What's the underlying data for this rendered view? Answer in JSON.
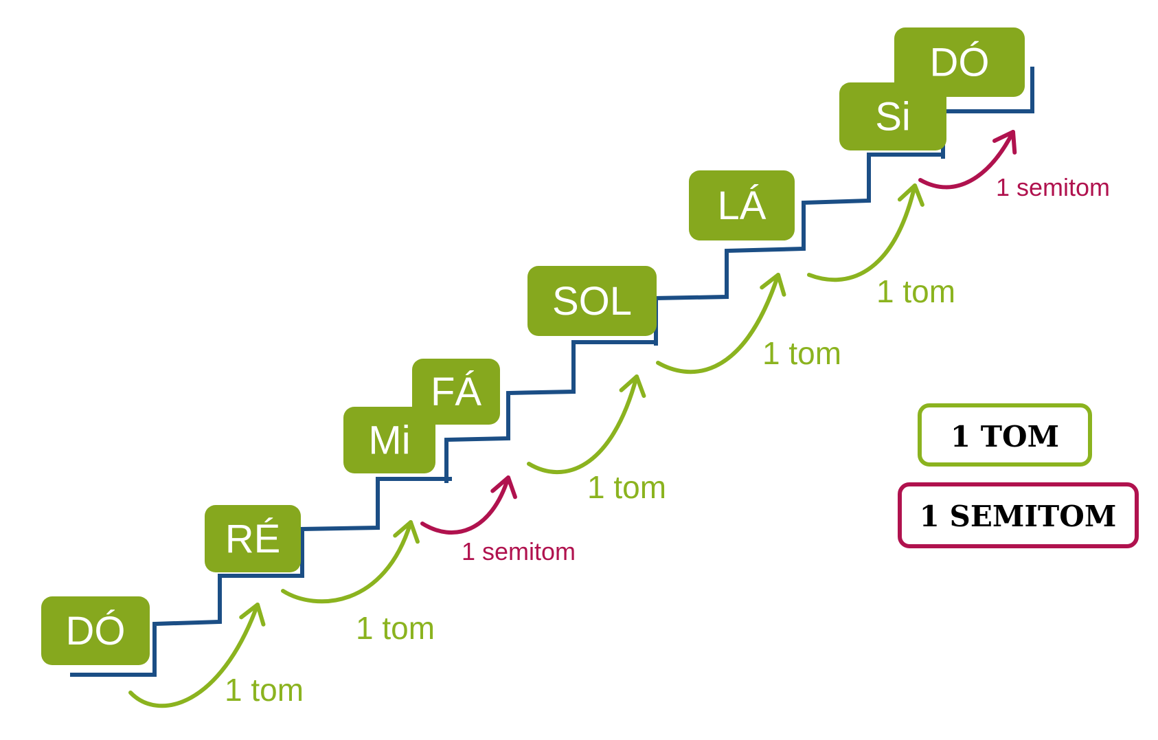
{
  "notes": [
    {
      "id": "do",
      "label": "DÓ"
    },
    {
      "id": "re",
      "label": "RÉ"
    },
    {
      "id": "mi",
      "label": "Mi"
    },
    {
      "id": "fa",
      "label": "FÁ"
    },
    {
      "id": "sol",
      "label": "SOL"
    },
    {
      "id": "la",
      "label": "LÁ"
    },
    {
      "id": "si",
      "label": "Si"
    },
    {
      "id": "do2",
      "label": "DÓ"
    }
  ],
  "intervals": [
    {
      "label": "1 tom",
      "kind": "tom"
    },
    {
      "label": "1 tom",
      "kind": "tom"
    },
    {
      "label": "1 semitom",
      "kind": "semitom"
    },
    {
      "label": "1 tom",
      "kind": "tom"
    },
    {
      "label": "1 tom",
      "kind": "tom"
    },
    {
      "label": "1 tom",
      "kind": "tom"
    },
    {
      "label": "1 semitom",
      "kind": "semitom"
    }
  ],
  "legend": {
    "tom_label": "1 TOM",
    "semitom_label": "1 SEMITOM"
  },
  "colors": {
    "note_fill": "#86a81e",
    "note_text": "#ffffff",
    "stair": "#1b4e85",
    "tom": "#8bb31f",
    "semitom": "#b0124e",
    "legend_text": "#000000"
  }
}
